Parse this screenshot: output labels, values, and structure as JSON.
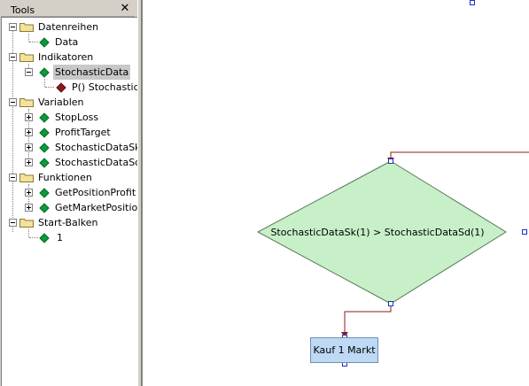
{
  "panel": {
    "title": "Tools",
    "close_glyph": "✕"
  },
  "tree": {
    "datenreihen": {
      "label": "Datenreihen",
      "children": [
        "Data"
      ]
    },
    "indikatoren": {
      "label": "Indikatoren",
      "child": "StochasticData",
      "grandchild": "P() Stochastic,["
    },
    "variablen": {
      "label": "Variablen",
      "children": [
        "StopLoss",
        "ProfitTarget",
        "StochasticDataSk",
        "StochasticDataSd"
      ]
    },
    "funktionen": {
      "label": "Funktionen",
      "children": [
        "GetPositionProfit",
        "GetMarketPosition"
      ]
    },
    "start_balken": {
      "label": "Start-Balken",
      "children": [
        "1"
      ]
    }
  },
  "flow": {
    "condition": "StochasticDataSk(1) > StochasticDataSd(1)",
    "action": "Kauf 1 Markt"
  },
  "colors": {
    "condition_fill": "#c8f0c8",
    "action_fill": "#bdd9f4",
    "connector": "#8b1a1a",
    "tree_icon_green": "#0a9b3a"
  }
}
